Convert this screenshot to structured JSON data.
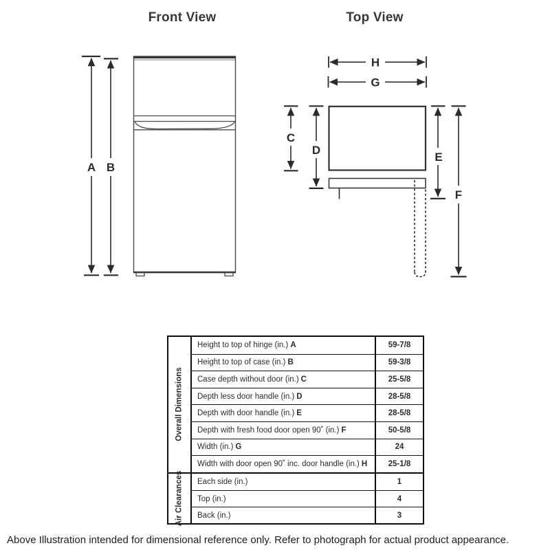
{
  "colors": {
    "background": "#ffffff",
    "diagram_line": "#2d2a2b",
    "fridge_outline": "#4a4a4a",
    "table_border": "#0d0d0d",
    "text": "#2d2a2b"
  },
  "titles": {
    "front_view": "Front View",
    "top_view": "Top View"
  },
  "diagram": {
    "front": {
      "letters": {
        "A": "A",
        "B": "B"
      }
    },
    "top": {
      "letters": {
        "C": "C",
        "D": "D",
        "E": "E",
        "F": "F",
        "G": "G",
        "H": "H"
      }
    }
  },
  "table": {
    "sections": [
      {
        "header": "Overall Dimensions",
        "rows": [
          {
            "label": "Height to top of hinge (in.)",
            "letter": "A",
            "value": "59-7/8"
          },
          {
            "label": "Height to top of case (in.)",
            "letter": "B",
            "value": "59-3/8"
          },
          {
            "label": "Case depth without door (in.)",
            "letter": "C",
            "value": "25-5/8"
          },
          {
            "label": "Depth less door handle (in.)",
            "letter": "D",
            "value": "28-5/8"
          },
          {
            "label": "Depth with door handle (in.)",
            "letter": "E",
            "value": "28-5/8"
          },
          {
            "label": "Depth with fresh food door open 90˚ (in.)",
            "letter": "F",
            "value": "50-5/8"
          },
          {
            "label": "Width (in.)",
            "letter": "G",
            "value": "24"
          },
          {
            "label": "Width with door open 90˚ inc. door handle (in.)",
            "letter": "H",
            "value": "25-1/8"
          }
        ]
      },
      {
        "header": "Air Clearances",
        "rows": [
          {
            "label": "Each side (in.)",
            "letter": "",
            "value": "1"
          },
          {
            "label": "Top (in.)",
            "letter": "",
            "value": "4"
          },
          {
            "label": "Back (in.)",
            "letter": "",
            "value": "3"
          }
        ]
      }
    ]
  },
  "footer": "Above Illustration intended for dimensional reference only. Refer to photograph for actual product appearance."
}
